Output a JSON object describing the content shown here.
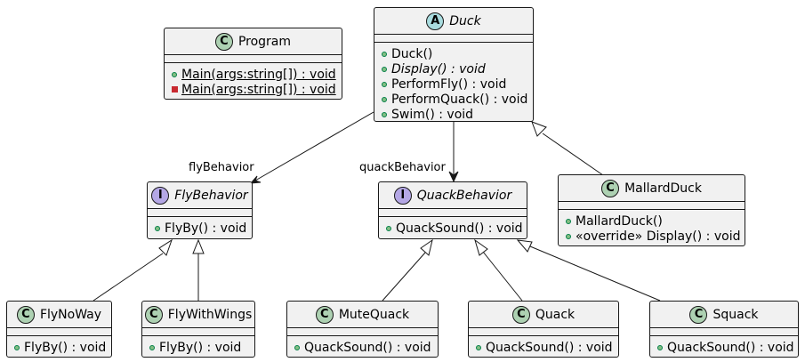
{
  "classes": {
    "program": {
      "name": "Program",
      "kind": "C",
      "members": [
        {
          "vis": "public",
          "static": true,
          "text": "Main(args:string[]) : void"
        },
        {
          "vis": "private",
          "static": true,
          "text": "Main(args:string[]) : void"
        }
      ]
    },
    "duck": {
      "name": "Duck",
      "kind": "A",
      "members": [
        {
          "vis": "public",
          "text": "Duck()"
        },
        {
          "vis": "public",
          "abstract": true,
          "text": "Display() : void"
        },
        {
          "vis": "public",
          "text": "PerformFly() : void"
        },
        {
          "vis": "public",
          "text": "PerformQuack() : void"
        },
        {
          "vis": "public",
          "text": "Swim() : void"
        }
      ]
    },
    "fly_behavior": {
      "name": "FlyBehavior",
      "kind": "I",
      "members": [
        {
          "vis": "public",
          "text": "FlyBy() : void"
        }
      ]
    },
    "quack_behavior": {
      "name": "QuackBehavior",
      "kind": "I",
      "members": [
        {
          "vis": "public",
          "text": "QuackSound() : void"
        }
      ]
    },
    "mallard_duck": {
      "name": "MallardDuck",
      "kind": "C",
      "members": [
        {
          "vis": "public",
          "text": "MallardDuck()"
        },
        {
          "vis": "public",
          "text": "«override» Display() : void"
        }
      ]
    },
    "fly_no_way": {
      "name": "FlyNoWay",
      "kind": "C",
      "members": [
        {
          "vis": "public",
          "text": "FlyBy() : void"
        }
      ]
    },
    "fly_with_wings": {
      "name": "FlyWithWings",
      "kind": "C",
      "members": [
        {
          "vis": "public",
          "text": "FlyBy() : void"
        }
      ]
    },
    "mute_quack": {
      "name": "MuteQuack",
      "kind": "C",
      "members": [
        {
          "vis": "public",
          "text": "QuackSound() : void"
        }
      ]
    },
    "quack": {
      "name": "Quack",
      "kind": "C",
      "members": [
        {
          "vis": "public",
          "text": "QuackSound() : void"
        }
      ]
    },
    "squack": {
      "name": "Squack",
      "kind": "C",
      "members": [
        {
          "vis": "public",
          "text": "QuackSound() : void"
        }
      ]
    }
  },
  "labels": {
    "fly_behavior_role": "flyBehavior",
    "quack_behavior_role": "quackBehavior"
  },
  "relations": [
    {
      "from": "duck",
      "to": "fly_behavior",
      "type": "association",
      "label": "fly_behavior_role"
    },
    {
      "from": "duck",
      "to": "quack_behavior",
      "type": "association",
      "label": "quack_behavior_role"
    },
    {
      "from": "mallard_duck",
      "to": "duck",
      "type": "inheritance"
    },
    {
      "from": "fly_no_way",
      "to": "fly_behavior",
      "type": "realization"
    },
    {
      "from": "fly_with_wings",
      "to": "fly_behavior",
      "type": "realization"
    },
    {
      "from": "mute_quack",
      "to": "quack_behavior",
      "type": "realization"
    },
    {
      "from": "quack",
      "to": "quack_behavior",
      "type": "realization"
    },
    {
      "from": "squack",
      "to": "quack_behavior",
      "type": "realization"
    }
  ]
}
